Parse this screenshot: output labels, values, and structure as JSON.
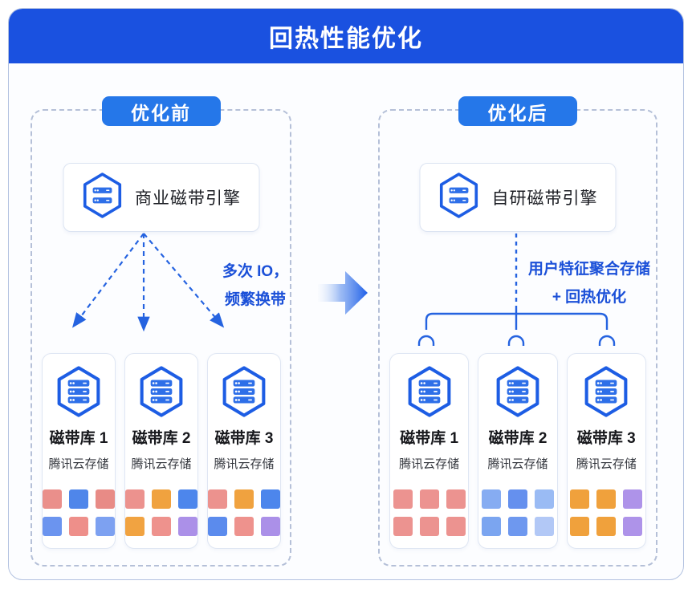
{
  "header": {
    "title": "回热性能优化"
  },
  "colors": {
    "header_bg": "#1A51E0",
    "badge_bg": "#2577E9",
    "annotation_text": "#1B50D8",
    "line_blue": "#2563E0",
    "hexagon_border": "#1D5DE4",
    "server_bar": "#2E6FE8"
  },
  "panels": [
    {
      "badge": "优化前",
      "engine_label": "商业磁带引擎",
      "annotation_line1": "多次 IO，",
      "annotation_line2": "频繁换带",
      "libraries": [
        {
          "name": "磁带库 1",
          "provider": "腾讯云存储",
          "blocks": [
            "#EA8F8B",
            "#4F86EA",
            "#E88B86",
            "#6B94EF",
            "#EE8F8A",
            "#7DA1F1"
          ]
        },
        {
          "name": "磁带库 2",
          "provider": "腾讯云存储",
          "blocks": [
            "#EC928E",
            "#F0A23F",
            "#4D86EC",
            "#F1A341",
            "#EE928D",
            "#AB90E8"
          ]
        },
        {
          "name": "磁带库 3",
          "provider": "腾讯云存储",
          "blocks": [
            "#EC928E",
            "#F0A23F",
            "#4D86EC",
            "#5B8BED",
            "#EE928D",
            "#AB90E8"
          ]
        }
      ]
    },
    {
      "badge": "优化后",
      "engine_label": "自研磁带引擎",
      "annotation_line1": "用户特征聚合存储",
      "annotation_line2": "+ 回热优化",
      "libraries": [
        {
          "name": "磁带库 1",
          "provider": "腾讯云存储",
          "blocks": [
            "#EC9390",
            "#EC9390",
            "#EC9390",
            "#EC9390",
            "#EC9390",
            "#EC9390"
          ]
        },
        {
          "name": "磁带库 2",
          "provider": "腾讯云存储",
          "blocks": [
            "#86ACF2",
            "#6590EE",
            "#9ABBF4",
            "#7BA5F0",
            "#6E98EF",
            "#B2C8F6"
          ]
        },
        {
          "name": "磁带库 3",
          "provider": "腾讯云存储",
          "blocks": [
            "#F0A13C",
            "#F0A13C",
            "#AE93E9",
            "#F0A13C",
            "#F0A13C",
            "#AE93E9"
          ]
        }
      ]
    }
  ]
}
